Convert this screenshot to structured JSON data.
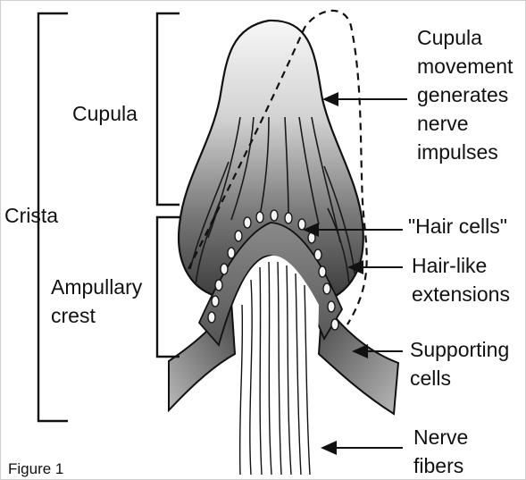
{
  "caption": "Figure 1",
  "labels": {
    "crista": "Crista",
    "cupula": "Cupula",
    "ampullary_crest": [
      "Ampullary",
      "crest"
    ],
    "cupula_movement": [
      "Cupula",
      "movement",
      "generates",
      "nerve",
      "impulses"
    ],
    "hair_cells": "\"Hair cells\"",
    "hair_like_extensions": [
      "Hair-like",
      "extensions"
    ],
    "supporting_cells": [
      "Supporting",
      "cells"
    ],
    "nerve_fibers": [
      "Nerve",
      "fibers"
    ]
  }
}
